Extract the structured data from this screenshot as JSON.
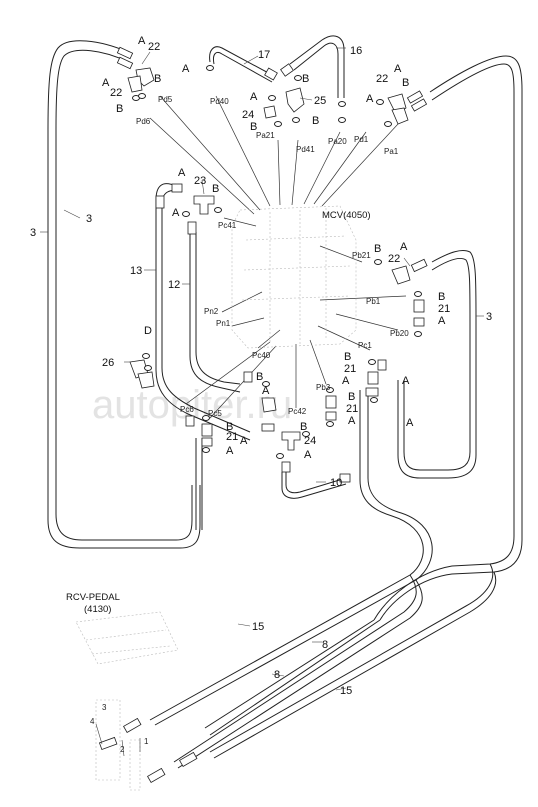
{
  "watermark": "autopiter.ru",
  "block_labels": {
    "mcv": "MCV(4050)",
    "rcv_title": "RCV-PEDAL",
    "rcv_code": "(4130)"
  },
  "callouts": [
    {
      "id": "c22a",
      "text": "22"
    },
    {
      "id": "c22b",
      "text": "22"
    },
    {
      "id": "c17",
      "text": "17"
    },
    {
      "id": "c16",
      "text": "16"
    },
    {
      "id": "c25",
      "text": "25"
    },
    {
      "id": "c24a",
      "text": "24"
    },
    {
      "id": "c22c",
      "text": "22"
    },
    {
      "id": "c3a",
      "text": "3"
    },
    {
      "id": "c3b",
      "text": "3"
    },
    {
      "id": "c23",
      "text": "23"
    },
    {
      "id": "c22d",
      "text": "22"
    },
    {
      "id": "c3c",
      "text": "3"
    },
    {
      "id": "c13",
      "text": "13"
    },
    {
      "id": "c12",
      "text": "12"
    },
    {
      "id": "c21a",
      "text": "21"
    },
    {
      "id": "c26",
      "text": "26"
    },
    {
      "id": "c21b",
      "text": "21"
    },
    {
      "id": "c21c",
      "text": "21"
    },
    {
      "id": "c24b",
      "text": "24"
    },
    {
      "id": "c21d",
      "text": "21"
    },
    {
      "id": "c10",
      "text": "10"
    },
    {
      "id": "c15a",
      "text": "15"
    },
    {
      "id": "c8a",
      "text": "8"
    },
    {
      "id": "c8b",
      "text": "8"
    },
    {
      "id": "c15b",
      "text": "15"
    },
    {
      "id": "c3d",
      "text": "3"
    },
    {
      "id": "c4",
      "text": "4"
    },
    {
      "id": "c2",
      "text": "2"
    },
    {
      "id": "c1",
      "text": "1"
    }
  ],
  "letters": [
    {
      "id": "la1",
      "text": "A"
    },
    {
      "id": "la2",
      "text": "A"
    },
    {
      "id": "lb1",
      "text": "B"
    },
    {
      "id": "lb2",
      "text": "B"
    },
    {
      "id": "la3",
      "text": "A"
    },
    {
      "id": "la4",
      "text": "A"
    },
    {
      "id": "lb3",
      "text": "B"
    },
    {
      "id": "lb4",
      "text": "B"
    },
    {
      "id": "la5",
      "text": "A"
    },
    {
      "id": "la6",
      "text": "A"
    },
    {
      "id": "lb5",
      "text": "B"
    },
    {
      "id": "lb6",
      "text": "B"
    },
    {
      "id": "la7",
      "text": "A"
    },
    {
      "id": "lb7",
      "text": "B"
    },
    {
      "id": "la8",
      "text": "A"
    },
    {
      "id": "lb8",
      "text": "B"
    },
    {
      "id": "la9",
      "text": "A"
    },
    {
      "id": "lb9",
      "text": "B"
    },
    {
      "id": "la10",
      "text": "A"
    },
    {
      "id": "ld1",
      "text": "D"
    },
    {
      "id": "lb10",
      "text": "B"
    },
    {
      "id": "la11",
      "text": "A"
    },
    {
      "id": "la12",
      "text": "A"
    },
    {
      "id": "lb11",
      "text": "B"
    },
    {
      "id": "la13",
      "text": "A"
    },
    {
      "id": "lb12",
      "text": "B"
    },
    {
      "id": "la14",
      "text": "A"
    },
    {
      "id": "la15",
      "text": "A"
    },
    {
      "id": "lb13",
      "text": "B"
    },
    {
      "id": "la16",
      "text": "A"
    },
    {
      "id": "lb14",
      "text": "B"
    },
    {
      "id": "la17",
      "text": "A"
    },
    {
      "id": "la18",
      "text": "A"
    }
  ],
  "ports": [
    {
      "id": "pd5",
      "text": "Pd5"
    },
    {
      "id": "pd6",
      "text": "Pd6"
    },
    {
      "id": "pd40",
      "text": "Pd40"
    },
    {
      "id": "pa21",
      "text": "Pa21"
    },
    {
      "id": "pd41",
      "text": "Pd41"
    },
    {
      "id": "pa20",
      "text": "Pa20"
    },
    {
      "id": "pd1",
      "text": "Pd1"
    },
    {
      "id": "pa1",
      "text": "Pa1"
    },
    {
      "id": "pc41",
      "text": "Pc41"
    },
    {
      "id": "pb21",
      "text": "Pb21"
    },
    {
      "id": "pb1",
      "text": "Pb1"
    },
    {
      "id": "pn2",
      "text": "Pn2"
    },
    {
      "id": "pn1",
      "text": "Pn1"
    },
    {
      "id": "pb20",
      "text": "Pb20"
    },
    {
      "id": "pc1",
      "text": "Pc1"
    },
    {
      "id": "pc40",
      "text": "Pc40"
    },
    {
      "id": "pb3",
      "text": "Pb3"
    },
    {
      "id": "pc6",
      "text": "Pc6"
    },
    {
      "id": "pc5",
      "text": "Pc5"
    },
    {
      "id": "pc42",
      "text": "Pc42"
    }
  ]
}
